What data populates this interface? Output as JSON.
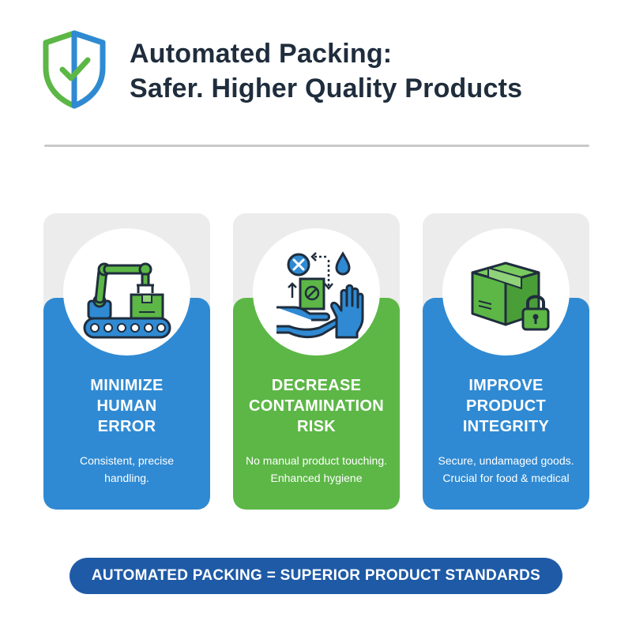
{
  "header": {
    "title_line1": "Automated Packing:",
    "title_line2": "Safer. Higher Quality Products",
    "icon": "shield-check-icon"
  },
  "colors": {
    "blue": "#2f8ad3",
    "green": "#5cb746",
    "banner": "#1e5aa6",
    "title": "#1f2d3d"
  },
  "cards": [
    {
      "icon": "robotic-arm-conveyor-icon",
      "heading": "MINIMIZE\nHUMAN\nERROR",
      "description": "Consistent, precise\nhandling."
    },
    {
      "icon": "no-touch-hygiene-icon",
      "heading": "DECREASE\nCONTAMINATION\nRISK",
      "description": "No manual product touching.\nEnhanced hygiene"
    },
    {
      "icon": "locked-box-icon",
      "heading": "IMPROVE\nPRODUCT\nINTEGRITY",
      "description": "Secure, undamaged goods.\nCrucial for food & medical"
    }
  ],
  "banner": {
    "text": "AUTOMATED PACKING = SUPERIOR PRODUCT STANDARDS"
  }
}
